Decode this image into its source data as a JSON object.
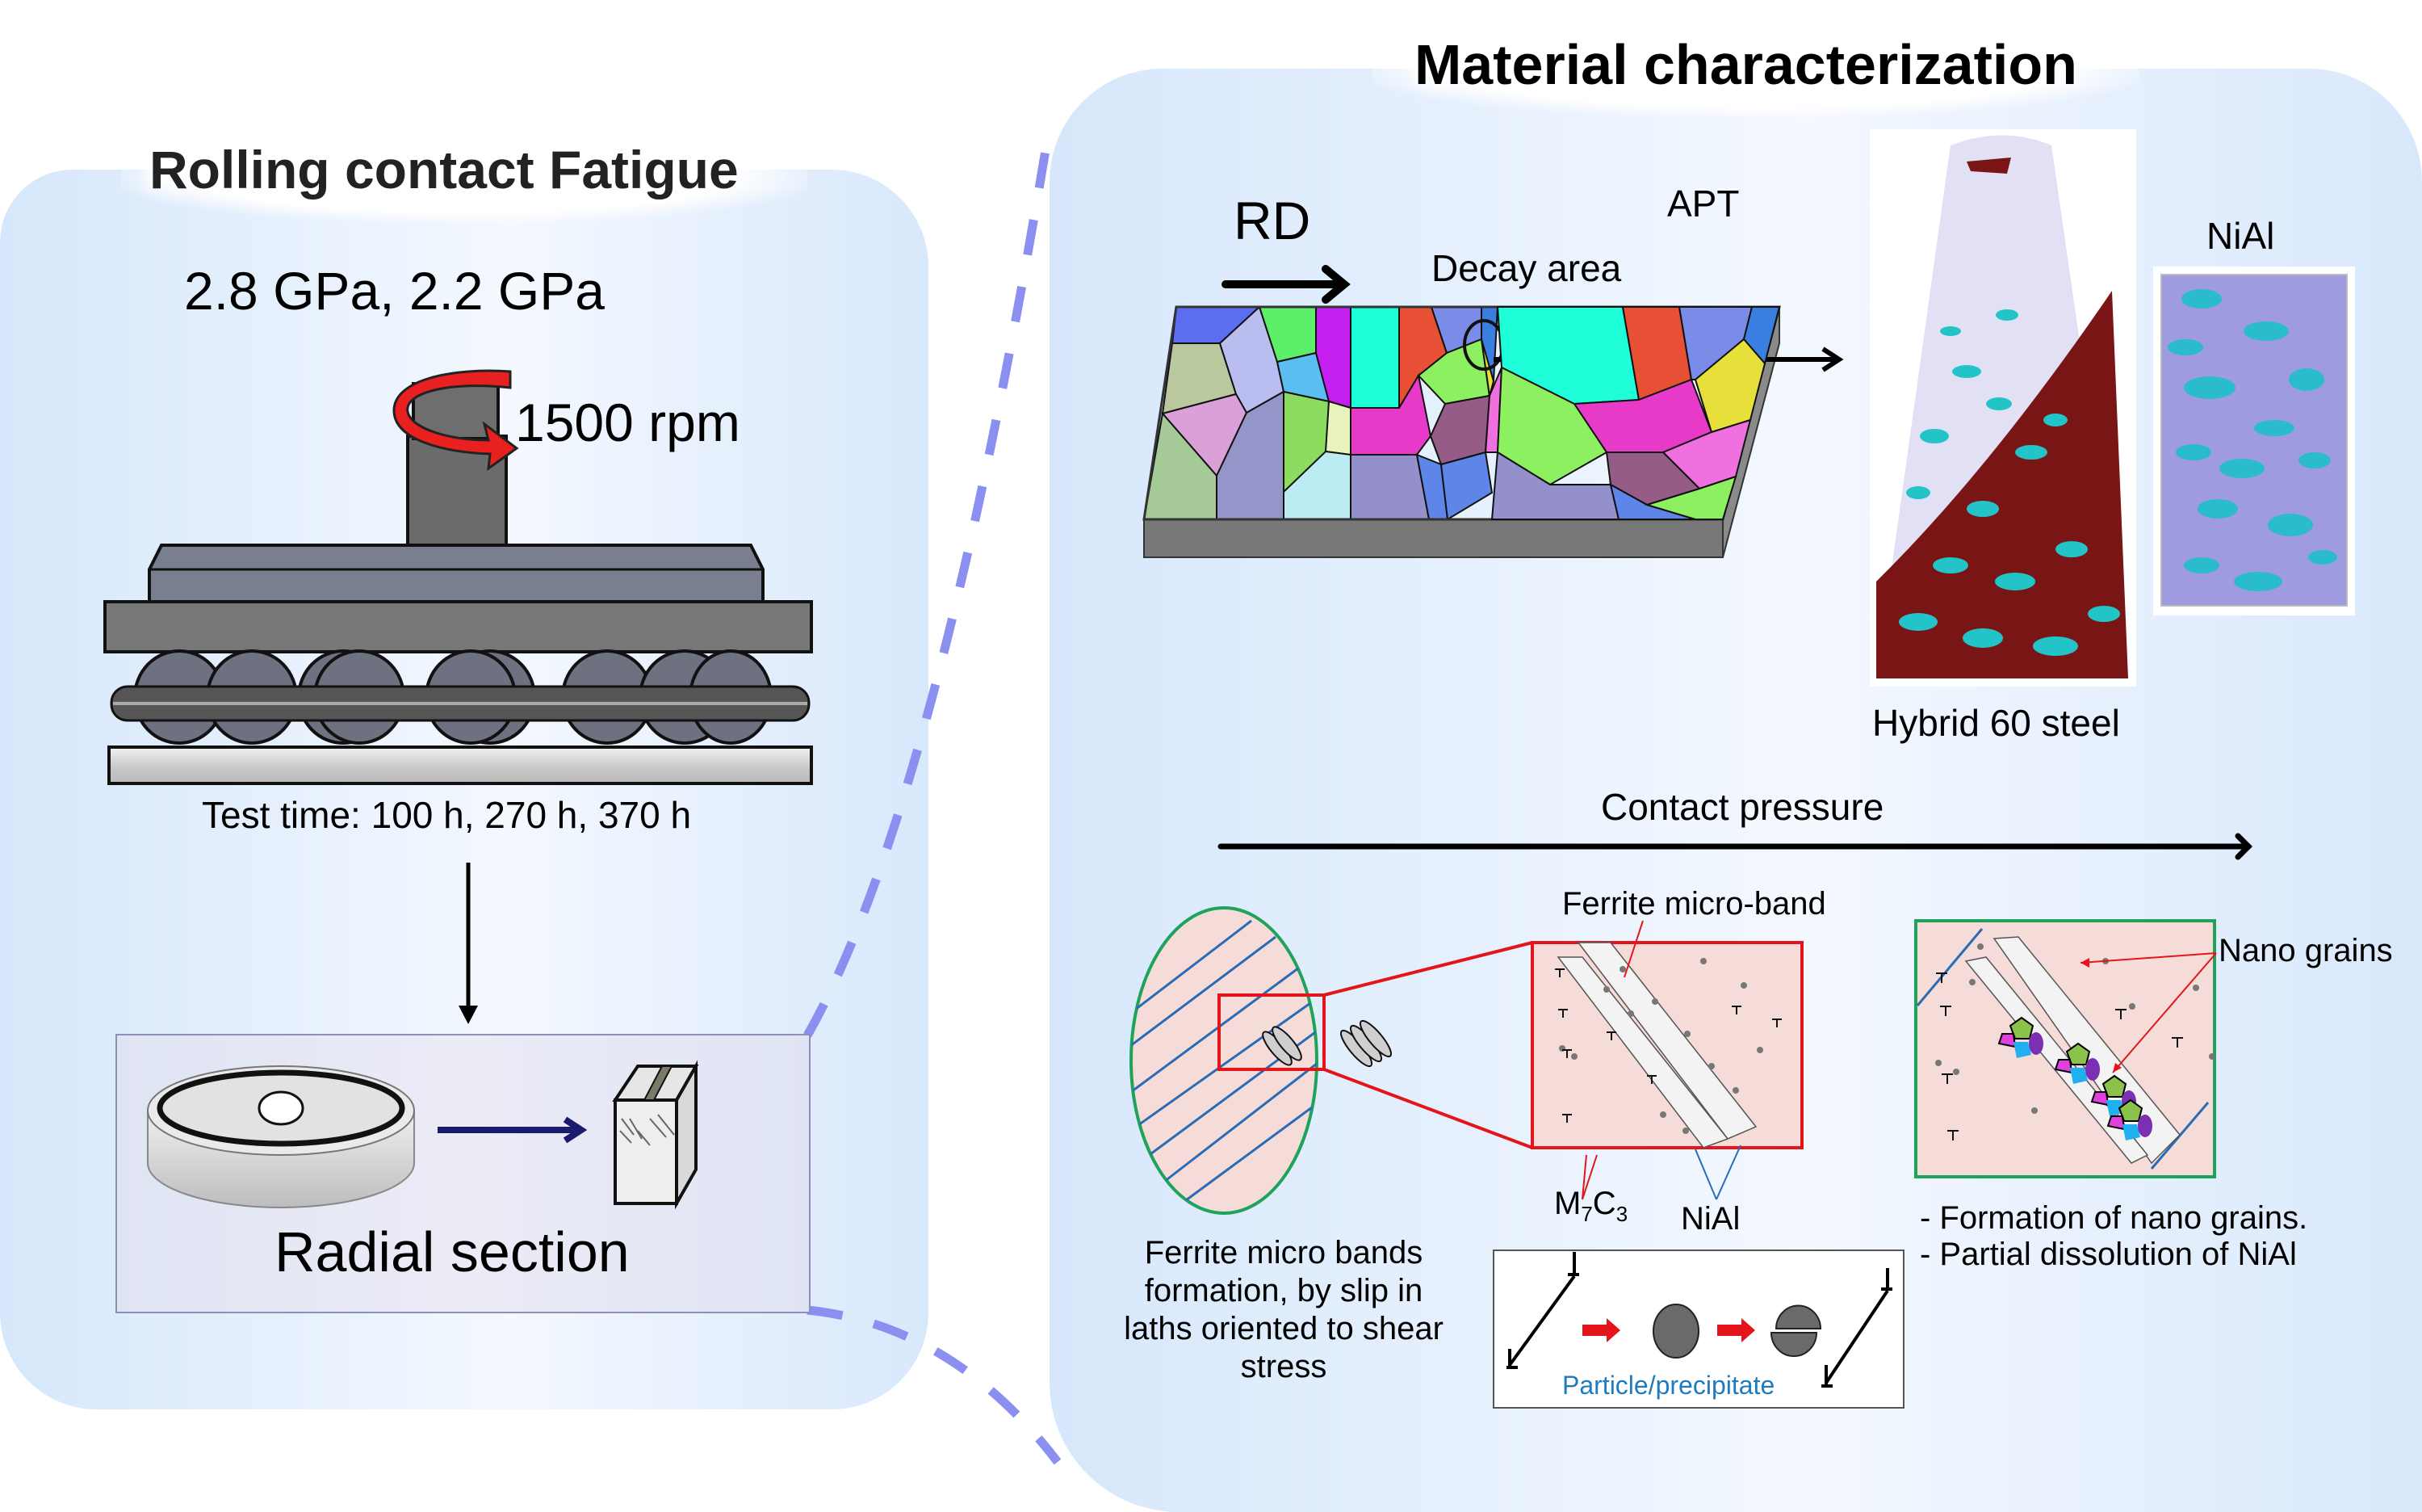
{
  "left_panel": {
    "title": "Rolling contact Fatigue",
    "pressure_label": "2.8 GPa, 2.2 GPa",
    "speed_label": "1500 rpm",
    "test_time_label": "Test time: 100 h, 270 h, 370 h",
    "radial_section_label": "Radial section"
  },
  "right_panel": {
    "title": "Material characterization",
    "rd_label": "RD",
    "apt_label": "APT",
    "decay_area_label": "Decay area",
    "hybrid_label": "Hybrid 60 steel",
    "nial_top_label": "NiAl",
    "contact_pressure_label": "Contact pressure",
    "ferrite_micro_band_label": "Ferrite micro-band",
    "m7c3_label": {
      "base1": "M",
      "sub1": "7",
      "base2": "C",
      "sub2": "3"
    },
    "nial_label": "NiAl",
    "nano_grains_label": "Nano grains",
    "caption_left": "Ferrite micro bands formation, by slip in laths oriented to shear stress",
    "caption_right": [
      "- Formation of nano grains.",
      "- Partial dissolution of NiAl"
    ],
    "particle_label": "Particle/precipitate"
  },
  "colors": {
    "panel_blue": "#d6e7fb",
    "connector_dash": "#8a8ff0",
    "grain_red_box": "#e3151b",
    "green_border": "#1fa35a",
    "slip_line_blue": "#2a6bb5",
    "matrix_pink": "#f6dcd8",
    "particle_label_blue": "#1f7bbf"
  }
}
